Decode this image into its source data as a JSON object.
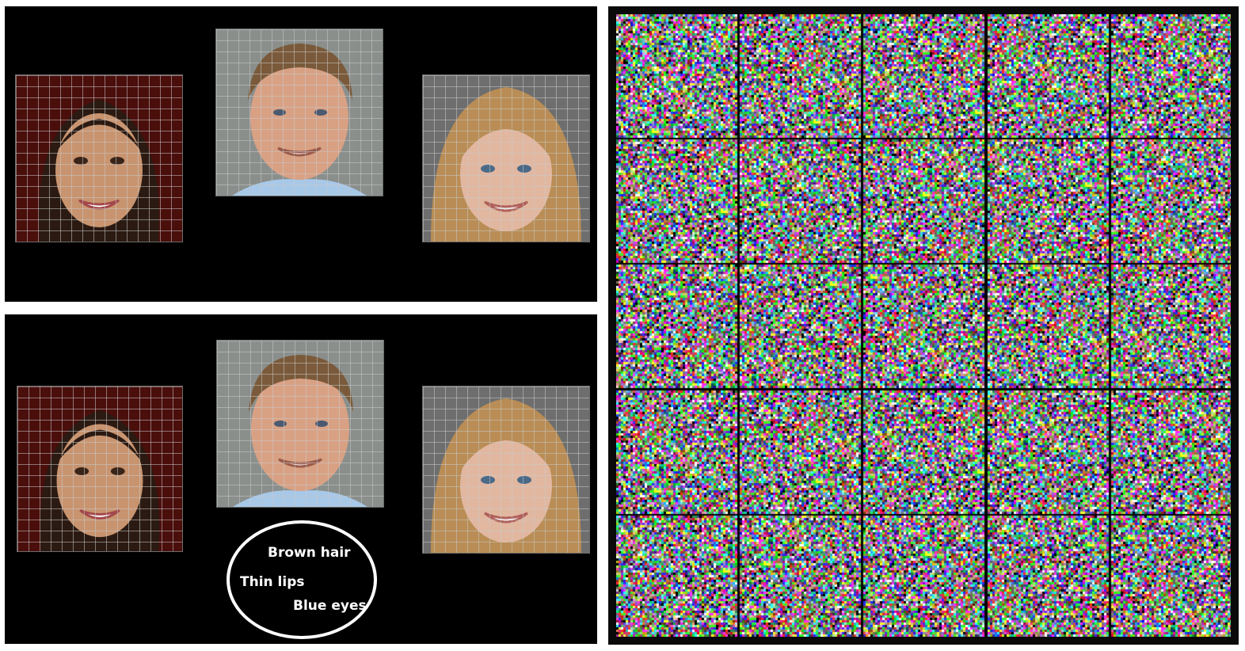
{
  "annotation": {
    "traits": [
      "Brown hair",
      "Thin lips",
      "Blue eyes"
    ]
  },
  "faces": [
    {
      "id": "woman-dark-hair",
      "bg": "#4a0e0b",
      "skin": "#c8946f",
      "hair": "#2b1a12"
    },
    {
      "id": "man-brown-hair",
      "bg": "#8a8f8c",
      "skin": "#d9a184",
      "hair": "#7a5a3a",
      "shirt": "#a8c8e8"
    },
    {
      "id": "woman-blonde-hair",
      "bg": "#6e6e6e",
      "skin": "#e2b7a0",
      "hair": "#b98d55"
    }
  ],
  "noise_grid": {
    "rows": 5,
    "cols": 5,
    "palette": [
      "#ff2a2a",
      "#2aff2a",
      "#2a2aff",
      "#ffffff",
      "#ff2aff",
      "#2affff",
      "#ffff2a",
      "#000000"
    ]
  }
}
